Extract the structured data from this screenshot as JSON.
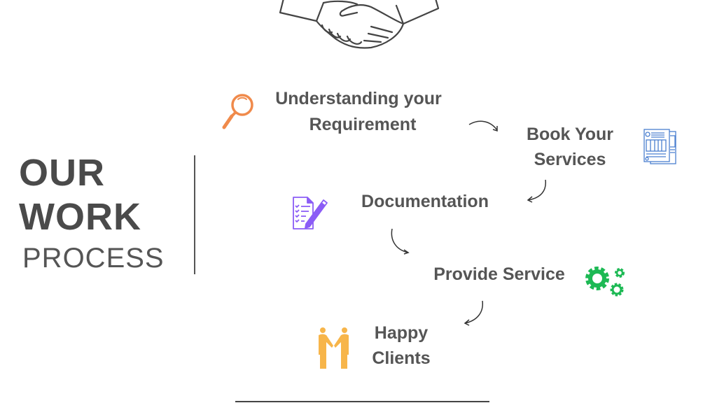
{
  "title": {
    "line1": "OUR",
    "line2": "WORK",
    "line3": "PROCESS"
  },
  "steps": [
    {
      "line1": "Understanding your",
      "line2": "Requirement",
      "icon": "magnifier-icon",
      "color": "#f08a4b"
    },
    {
      "line1": "Book Your",
      "line2": "Services",
      "icon": "document-form-icon",
      "color": "#4a7fd0"
    },
    {
      "line1": "Documentation",
      "icon": "checklist-pen-icon",
      "color": "#8b5cf6"
    },
    {
      "line1": "Provide Service",
      "icon": "gears-icon",
      "color": "#1db954"
    },
    {
      "line1": "Happy",
      "line2": "Clients",
      "icon": "people-handshake-icon",
      "color": "#f7b54a"
    }
  ]
}
